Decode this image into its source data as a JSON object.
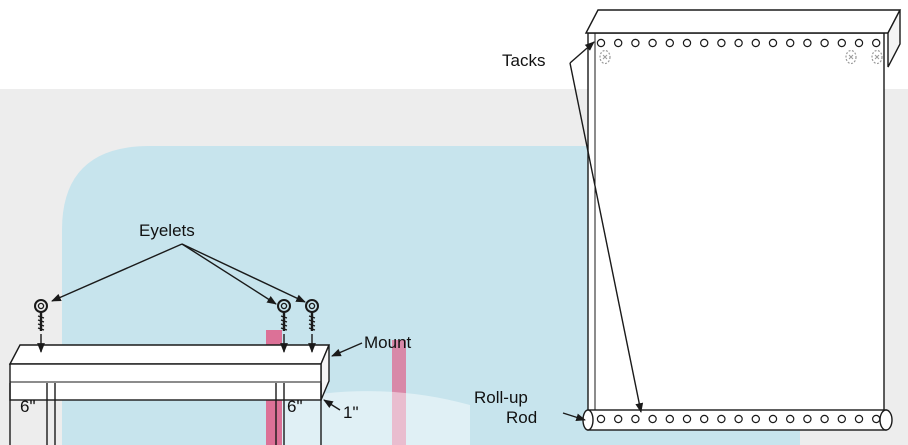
{
  "labels": {
    "eyelets": "Eyelets",
    "mount": "Mount",
    "tacks": "Tacks",
    "rollup_line1": "Roll-up",
    "rollup_line2": "Rod",
    "six_left": "6\"",
    "six_right": "6\"",
    "one_inch": "1\""
  },
  "colors": {
    "stroke": "#1a1a1a",
    "band": "#ededed",
    "watermark": "#bfe2ec",
    "watermark_accent": "#e34b7a"
  },
  "icons": [
    "eyelet-screw-icon",
    "tack-icon",
    "eyelet-hole-icon"
  ]
}
